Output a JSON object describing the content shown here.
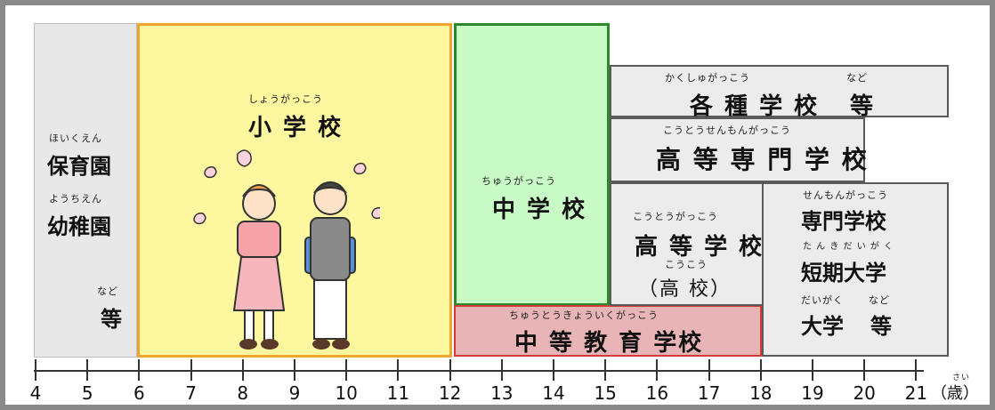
{
  "preschool": {
    "hoikuen_ruby": "ほいくえん",
    "hoikuen": "保育園",
    "youchien_ruby": "ようちえん",
    "youchien": "幼稚園",
    "nado_ruby": "など",
    "nado": "等"
  },
  "elementary": {
    "ruby": "しょうがっこう",
    "label": "小 学 校"
  },
  "junior_high": {
    "ruby": "ちゅうがっこう",
    "label": "中 学 校"
  },
  "secondary": {
    "ruby": "ちゅうとうきょういくがっこう",
    "label": "中 等 教 育 学校"
  },
  "misc_school": {
    "ruby": "かくしゅがっこう",
    "nado_ruby": "など",
    "label": "各 種 学 校",
    "nado": "等"
  },
  "specialized_upper": {
    "ruby": "こうとうせんもんがっこう",
    "label": "高 等 専 門 学 校"
  },
  "high_school": {
    "ruby": "こうとうがっこう",
    "label": "高 等 学 校",
    "short_ruby": "こうこう",
    "short": "（高 校）"
  },
  "higher": {
    "senmon_ruby": "せんもんがっこう",
    "senmon": "専門学校",
    "tandai_ruby": "た ん き だ い が く",
    "tandai": "短期大学",
    "daigaku_ruby": "だいがく",
    "nado_ruby": "など",
    "daigaku": "大学",
    "nado": "等"
  },
  "axis": {
    "ticks": [
      "4",
      "5",
      "6",
      "7",
      "8",
      "9",
      "10",
      "11",
      "12",
      "13",
      "14",
      "15",
      "16",
      "17",
      "18",
      "19",
      "20",
      "21"
    ],
    "unit_ruby": "さい",
    "unit": "（歳）"
  }
}
